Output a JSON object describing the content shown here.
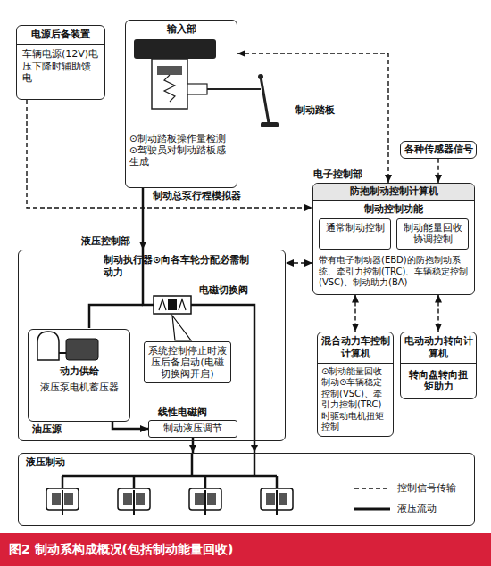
{
  "diagram": {
    "title": "图2 制动系构成概况(包括制动能量回收)",
    "nodes": [
      {
        "text": [
          "电源后备装置",
          "车辆电源(12V)电压下降时辅助馈电"
        ]
      },
      {
        "text": [
          "输入部",
          "⊙制动踏板操作量检测 ⊙驾驶员对制动踏板感生成",
          "制动总泵行程模拟器"
        ]
      },
      {
        "text": [
          "各种传感器信号"
        ]
      },
      {
        "text": [
          "电子控制部",
          "防抱制动控制计算机",
          "制动控制功能",
          "带有电子制动器(EBD)的防抱制动系统、牵引力控制(TRC)、车辆稳定控制(VSC)、制动助力(BA)"
        ]
      },
      {
        "text": [
          "通常制动控制"
        ],
        "in": 3
      },
      {
        "text": [
          "制动能量回收协调控制"
        ],
        "in": 3
      },
      {
        "text": [
          "液压控制部",
          "制动执行器⊙向各车轮分配必需制动力"
        ]
      },
      {
        "text": [
          "系统控制停止时液压后备启动(电磁切换阀开启)"
        ],
        "in": 6
      },
      {
        "text": [
          "动力供给",
          "液压泵电机蓄压器",
          "油压源"
        ],
        "in": 6
      },
      {
        "text": [
          "线性电磁阀",
          "制动液压调节"
        ],
        "in": 6
      },
      {
        "text": [
          "混合动力车控制计算机",
          "⊙制动能量回收制动⊙车辆稳定控制(VSC)、牵引力控制(TRC)时驱动电机扭矩控制"
        ]
      },
      {
        "text": [
          "电动动力转向计算机",
          "转向盘转向扭矩助力"
        ]
      },
      {
        "text": [
          "液压制动"
        ]
      }
    ],
    "edges": [
      {
        "from": 1,
        "to": 3,
        "arrow": "both"
      },
      {
        "from": 2,
        "to": 3,
        "arrow": "to"
      },
      {
        "from": 3,
        "to": 6,
        "arrow": "both"
      },
      {
        "from": 3,
        "to": 10,
        "arrow": "both"
      },
      {
        "from": 3,
        "to": 11,
        "arrow": "both"
      },
      {
        "from": 0,
        "to": 3,
        "arrow": "to"
      },
      {
        "from": 1,
        "to": 6,
        "arrow": "to"
      },
      {
        "from": 8,
        "to": 9,
        "arrow": "to"
      },
      {
        "from": 9,
        "to": 12,
        "arrow": "to"
      },
      {
        "from": 6,
        "to": 12,
        "arrow": "to"
      }
    ],
    "labels": [
      "制动踏板",
      "电磁切换阀"
    ],
    "legend": [
      {
        "text": "控制信号传输"
      },
      {
        "text": "液压流动"
      }
    ]
  }
}
